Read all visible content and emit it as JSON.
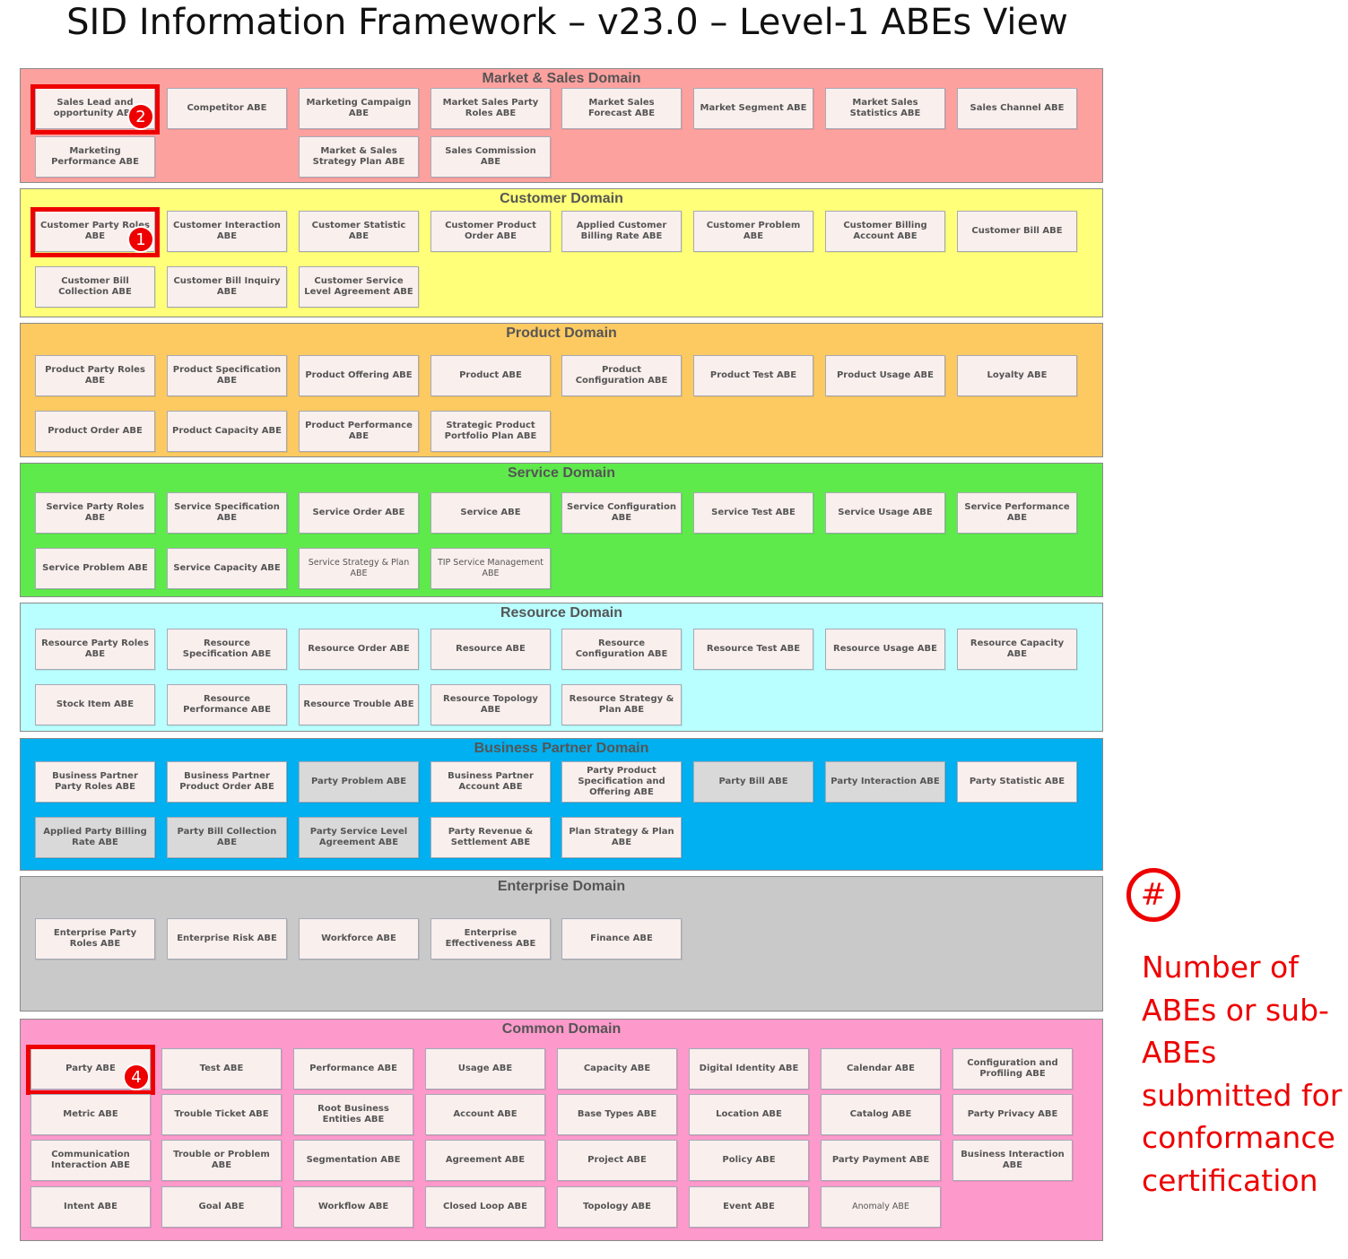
{
  "title": "SID Information Framework – v23.0 – Level-1 ABEs View",
  "colors": {
    "highlight": "#ee0000",
    "box_fill": "#f9efed",
    "box_fill_grey": "#d9d9d9"
  },
  "domains": [
    {
      "key": "market",
      "title": "Market & Sales Domain",
      "color": "#fda19f",
      "rows": [
        [
          {
            "label": "Sales Lead and opportunity ABE",
            "badge": "2"
          },
          {
            "label": "Competitor ABE"
          },
          {
            "label": "Marketing Campaign ABE"
          },
          {
            "label": "Market Sales Party Roles ABE"
          },
          {
            "label": "Market Sales Forecast ABE"
          },
          {
            "label": "Market Segment ABE"
          },
          {
            "label": "Market Sales Statistics ABE"
          },
          {
            "label": "Sales Channel ABE"
          }
        ],
        [
          {
            "label": "Marketing Performance ABE"
          },
          null,
          {
            "label": "Market & Sales Strategy Plan ABE"
          },
          {
            "label": "Sales Commission ABE"
          }
        ]
      ]
    },
    {
      "key": "customer",
      "title": "Customer Domain",
      "color": "#ffff7a",
      "rows": [
        [
          {
            "label": "Customer Party Roles ABE",
            "badge": "1"
          },
          {
            "label": "Customer Interaction ABE"
          },
          {
            "label": "Customer Statistic ABE"
          },
          {
            "label": "Customer Product Order ABE"
          },
          {
            "label": "Applied Customer Billing Rate ABE"
          },
          {
            "label": "Customer Problem ABE"
          },
          {
            "label": "Customer Billing Account ABE"
          },
          {
            "label": "Customer Bill ABE"
          }
        ],
        [
          {
            "label": "Customer Bill Collection ABE"
          },
          {
            "label": "Customer Bill Inquiry ABE"
          },
          {
            "label": "Customer Service Level Agreement ABE"
          }
        ]
      ]
    },
    {
      "key": "product",
      "title": "Product Domain",
      "color": "#fdca62",
      "rows": [
        [
          {
            "label": "Product Party Roles ABE"
          },
          {
            "label": "Product Specification ABE"
          },
          {
            "label": "Product Offering ABE"
          },
          {
            "label": "Product ABE"
          },
          {
            "label": "Product Configuration ABE"
          },
          {
            "label": "Product Test ABE"
          },
          {
            "label": "Product Usage ABE"
          },
          {
            "label": "Loyalty ABE"
          }
        ],
        [
          {
            "label": "Product Order ABE"
          },
          {
            "label": "Product Capacity ABE"
          },
          {
            "label": "Product Performance ABE"
          },
          {
            "label": "Strategic Product Portfolio Plan ABE"
          }
        ]
      ]
    },
    {
      "key": "service",
      "title": "Service Domain",
      "color": "#5fea4c",
      "rows": [
        [
          {
            "label": "Service Party Roles ABE"
          },
          {
            "label": "Service Specification ABE"
          },
          {
            "label": "Service Order ABE"
          },
          {
            "label": "Service ABE"
          },
          {
            "label": "Service Configuration ABE"
          },
          {
            "label": "Service Test ABE"
          },
          {
            "label": "Service Usage ABE"
          },
          {
            "label": "Service Performance ABE"
          }
        ],
        [
          {
            "label": "Service Problem ABE"
          },
          {
            "label": "Service Capacity ABE"
          },
          {
            "label": "Service Strategy & Plan ABE",
            "tiny": true
          },
          {
            "label": "TIP Service Management ABE",
            "tiny": true
          }
        ]
      ]
    },
    {
      "key": "resource",
      "title": "Resource Domain",
      "color": "#b9ffff",
      "rows": [
        [
          {
            "label": "Resource Party Roles ABE"
          },
          {
            "label": "Resource Specification ABE"
          },
          {
            "label": "Resource Order ABE"
          },
          {
            "label": "Resource ABE"
          },
          {
            "label": "Resource Configuration ABE"
          },
          {
            "label": "Resource Test ABE"
          },
          {
            "label": "Resource Usage ABE"
          },
          {
            "label": "Resource Capacity ABE"
          }
        ],
        [
          {
            "label": "Stock Item ABE"
          },
          {
            "label": "Resource Performance ABE"
          },
          {
            "label": "Resource Trouble ABE"
          },
          {
            "label": "Resource Topology ABE"
          },
          {
            "label": "Resource Strategy & Plan ABE"
          }
        ]
      ]
    },
    {
      "key": "partner",
      "title": "Business Partner Domain",
      "color": "#00b0f0",
      "rows": [
        [
          {
            "label": "Business Partner Party Roles ABE"
          },
          {
            "label": "Business Partner Product Order ABE"
          },
          {
            "label": "Party Problem ABE",
            "grey": true
          },
          {
            "label": "Business Partner Account ABE"
          },
          {
            "label": "Party Product Specification and Offering ABE"
          },
          {
            "label": "Party Bill ABE",
            "grey": true
          },
          {
            "label": "Party Interaction ABE",
            "grey": true
          },
          {
            "label": "Party Statistic ABE"
          }
        ],
        [
          {
            "label": "Applied Party Billing Rate ABE",
            "grey": true
          },
          {
            "label": "Party Bill Collection ABE",
            "grey": true
          },
          {
            "label": "Party Service Level Agreement ABE",
            "grey": true
          },
          {
            "label": "Party Revenue & Settlement ABE"
          },
          {
            "label": "Plan Strategy & Plan ABE"
          }
        ]
      ]
    },
    {
      "key": "enterprise",
      "title": "Enterprise Domain",
      "color": "#c9c9c9",
      "rows": [
        [
          {
            "label": "Enterprise Party Roles ABE"
          },
          {
            "label": "Enterprise Risk ABE"
          },
          {
            "label": "Workforce ABE"
          },
          {
            "label": "Enterprise Effectiveness ABE"
          },
          {
            "label": "Finance ABE"
          }
        ]
      ]
    },
    {
      "key": "common",
      "title": "Common Domain",
      "color": "#fd99cb",
      "rows": [
        [
          {
            "label": "Party ABE",
            "badge": "4"
          },
          {
            "label": "Test ABE"
          },
          {
            "label": "Performance ABE"
          },
          {
            "label": "Usage ABE"
          },
          {
            "label": "Capacity ABE"
          },
          {
            "label": "Digital Identity ABE"
          },
          {
            "label": "Calendar ABE"
          },
          {
            "label": "Configuration and Profiling ABE"
          }
        ],
        [
          {
            "label": "Metric ABE"
          },
          {
            "label": "Trouble Ticket ABE"
          },
          {
            "label": "Root Business Entities ABE"
          },
          {
            "label": "Account ABE"
          },
          {
            "label": "Base Types ABE"
          },
          {
            "label": "Location ABE"
          },
          {
            "label": "Catalog ABE"
          },
          {
            "label": "Party Privacy ABE"
          }
        ],
        [
          {
            "label": "Communication Interaction ABE"
          },
          {
            "label": "Trouble or Problem ABE"
          },
          {
            "label": "Segmentation ABE"
          },
          {
            "label": "Agreement ABE"
          },
          {
            "label": "Project ABE"
          },
          {
            "label": "Policy ABE"
          },
          {
            "label": "Party Payment ABE"
          },
          {
            "label": "Business Interaction ABE"
          }
        ],
        [
          {
            "label": "Intent ABE"
          },
          {
            "label": "Goal ABE"
          },
          {
            "label": "Workflow ABE"
          },
          {
            "label": "Closed Loop ABE"
          },
          {
            "label": "Topology ABE"
          },
          {
            "label": "Event ABE"
          },
          {
            "label": "Anomaly ABE",
            "tiny": true
          }
        ]
      ]
    }
  ],
  "legend": {
    "symbol": "#",
    "text": "Number of ABEs or sub-ABEs submitted for conformance certification"
  }
}
